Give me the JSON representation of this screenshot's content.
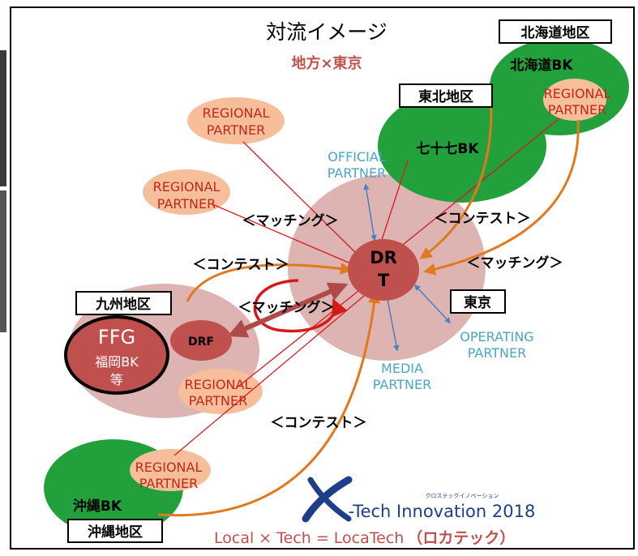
{
  "title": "対流イメージ",
  "subtitle": "地方×東京",
  "hub": {
    "line1": "DR",
    "line2": "T"
  },
  "drf": "DRF",
  "ffg": {
    "name": "FFG",
    "line2": "福岡BK",
    "line3": "等"
  },
  "banks": {
    "hokkaido": "北海道BK",
    "tohoku": "七十七BK",
    "okinawa": "沖縄BK"
  },
  "regions": {
    "hokkaido": "北海道地区",
    "tohoku": "東北地区",
    "kyushu": "九州地区",
    "tokyo": "東京",
    "okinawa": "沖縄地区"
  },
  "partners": {
    "regional_1": "REGIONAL",
    "regional_2": "PARTNER",
    "official_1": "OFFICIAL",
    "official_2": "PARTNER",
    "operating_1": "OPERATING",
    "operating_2": "PARTNER",
    "media_1": "MEDIA",
    "media_2": "PARTNER"
  },
  "labels": {
    "matching": "＜マッチング＞",
    "contest": "＜コンテスト＞"
  },
  "logo": {
    "small": "クロステックイノベーション",
    "name": "-Tech Innovation 2018"
  },
  "footer": {
    "main": "Local × Tech = LocaTech",
    "paren": "（ロカテック）"
  },
  "colors": {
    "pink": "#ddb4b2",
    "hub": "#c0504d",
    "green": "#22a03c",
    "orange": "#e07a1e",
    "red": "#d7191c",
    "regional_text": "#c0281c",
    "partner_text": "#4aa5c8",
    "salmon": "#f7be9b",
    "logo_blue": "#1d3f8a"
  }
}
